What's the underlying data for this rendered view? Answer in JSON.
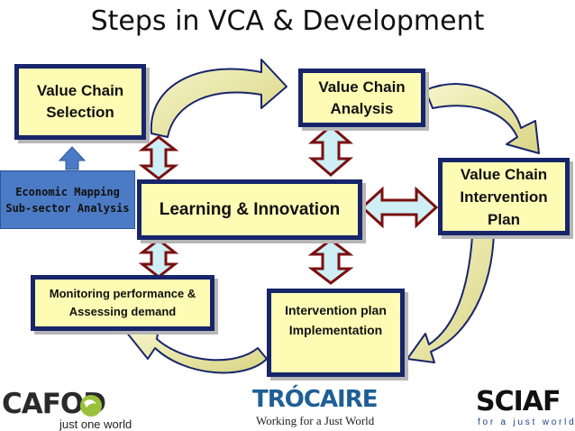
{
  "title": "Steps in VCA & Development",
  "boxes": {
    "selection": "Value Chain Selection",
    "analysis": "Value Chain Analysis",
    "intervention_plan": "Value Chain Intervention Plan",
    "learning": "Learning & Innovation",
    "monitoring": "Monitoring performance & Assessing demand",
    "implementation": "Intervention plan Implementation"
  },
  "side_box": {
    "line1": "Economic Mapping",
    "line2": "Sub-sector Analysis"
  },
  "logos": {
    "cafod_name": "CAFOD",
    "cafod_tagline": "just one world",
    "trocaire_name": "TRÓCAIRE",
    "trocaire_tagline": "Working for a Just World",
    "sciaf_name": "SCIAF",
    "sciaf_tagline": "f o r   a   j u s t   w o r l d"
  },
  "colors": {
    "box_fill": "#fefcb4",
    "box_border": "#17256a",
    "curved_arrow_fill": "#f3f1b6",
    "double_arrow_fill": "#cdeff5",
    "double_arrow_stroke": "#7a1010",
    "side_box_fill": "#4b7bc4"
  }
}
